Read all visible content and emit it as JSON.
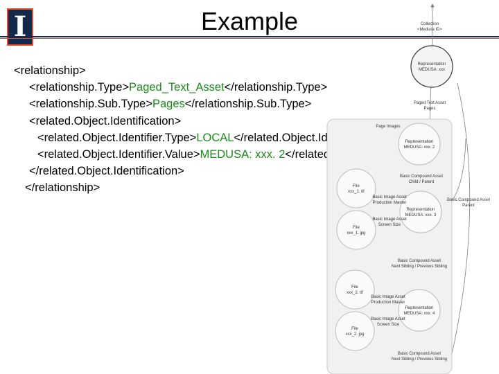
{
  "header": {
    "title": "Example",
    "logo_glyph": "I",
    "colors": {
      "navy": "#13294b",
      "orange": "#e84a27",
      "value_green": "#1b8a1b"
    }
  },
  "xml": {
    "lines": [
      {
        "pre": "<relationship>",
        "val": "",
        "post": ""
      },
      {
        "pre": "<relationship.Type>",
        "val": "Paged_Text_Asset",
        "post": "</relationship.Type>"
      },
      {
        "pre": "<relationship.Sub.Type>",
        "val": "Pages",
        "post": "</relationship.Sub.Type>"
      },
      {
        "pre": "<related.Object.Identification>",
        "val": "",
        "post": ""
      },
      {
        "pre": "<related.Object.Identifier.Type>",
        "val": "LOCAL",
        "post": "</related.Object.Identifier.Type>"
      },
      {
        "pre": "<related.Object.Identifier.Value>",
        "val": "MEDUSA: xxx. 2",
        "post": "</related.Object.Identifier.Value>"
      },
      {
        "pre": "</related.Object.Identification>",
        "val": "",
        "post": ""
      },
      {
        "pre": "</relationship>",
        "val": "",
        "post": ""
      }
    ]
  },
  "diagram": {
    "top_node": [
      "Collection",
      "<Medusa ID>"
    ],
    "rep_top": [
      "Representation",
      "MEDUSA: xxx"
    ],
    "paged_text": [
      "Paged Text Asset",
      "Pages"
    ],
    "group_label": "Page Images",
    "rep_2": [
      "Representation",
      "MEDUSA: xxx. 2"
    ],
    "basic_parent": [
      "Basic Compound Asset",
      "Child / Parent"
    ],
    "file_1": [
      "File",
      "xxx_1. tif"
    ],
    "basic_image_1a": [
      "Basic Image Asset",
      "Production Master"
    ],
    "rep_3": [
      "Representation",
      "MEDUSA: xxx. 3"
    ],
    "basic_compound_right": [
      "Basic Compound Asset",
      "Parent"
    ],
    "basic_image_1b": [
      "Basic Image Asset",
      "Screen Size"
    ],
    "file_2": [
      "File",
      "xxx_1. jpg"
    ],
    "next_sibling_1": [
      "Basic Compound Asset",
      "Next Sibling / Previous Sibling"
    ],
    "file_3": [
      "File",
      "xxx_2. tif"
    ],
    "basic_image_2a": [
      "Basic Image Asset",
      "Production Master"
    ],
    "rep_4": [
      "Representation",
      "MEDUSA: xxx. 4"
    ],
    "basic_image_2b": [
      "Basic Image Asset",
      "Screen Size"
    ],
    "file_4": [
      "File",
      "xxx_2. jpg"
    ],
    "next_sibling_2": [
      "Basic Compound Asset",
      "Next Sibling / Previous Sibling"
    ]
  }
}
